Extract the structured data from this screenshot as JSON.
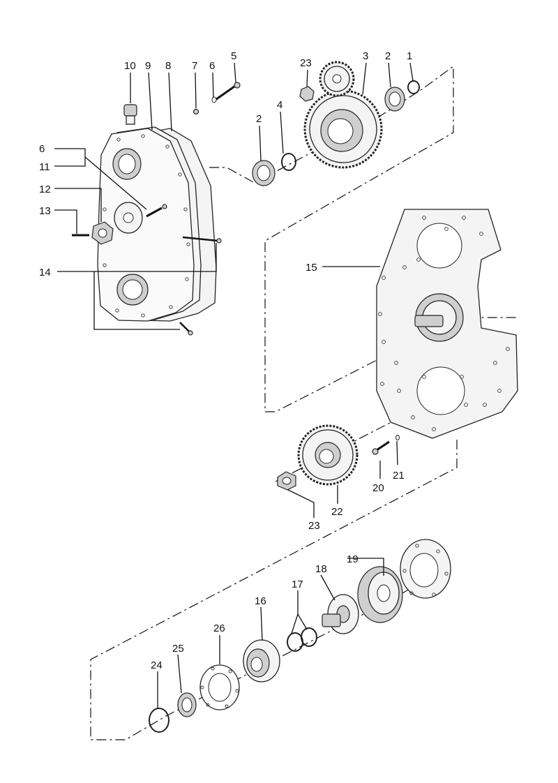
{
  "labels": {
    "l1": "1",
    "l2a": "2",
    "l2b": "2",
    "l3": "3",
    "l4": "4",
    "l5": "5",
    "l6a": "6",
    "l6b": "6",
    "l7": "7",
    "l8": "8",
    "l9": "9",
    "l10": "10",
    "l11": "11",
    "l12": "12",
    "l13": "13",
    "l14": "14",
    "l15": "15",
    "l16": "16",
    "l17": "17",
    "l18": "18",
    "l19": "19",
    "l20": "20",
    "l21": "21",
    "l22": "22",
    "l23a": "23",
    "l23b": "23",
    "l24": "24",
    "l25": "25",
    "l26": "26"
  }
}
